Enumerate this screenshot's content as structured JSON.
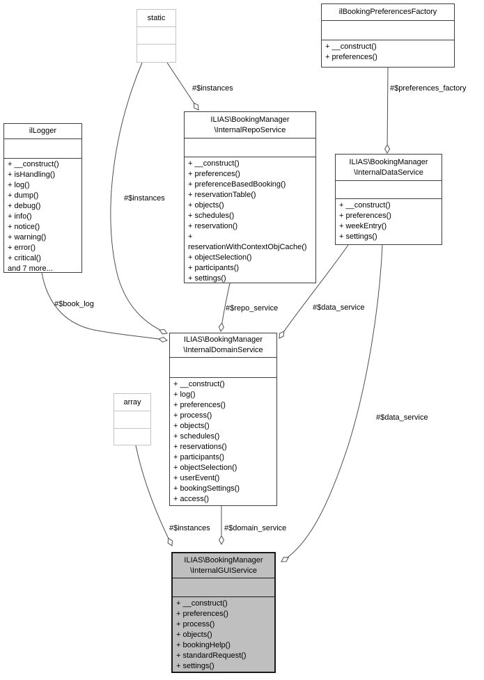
{
  "colors": {
    "edge": "#4d4d4d",
    "box_border": "#3d3d3d",
    "weak_border": "#c4c4c4",
    "gui_fill": "#bfbfbf",
    "bg": "#ffffff"
  },
  "classes": {
    "static_box": {
      "title": "static"
    },
    "array_box": {
      "title": "array"
    },
    "factory": {
      "title": "ilBookingPreferencesFactory",
      "methods": [
        "+ __construct()",
        "+ preferences()"
      ]
    },
    "logger": {
      "title": "ilLogger",
      "methods": [
        "+ __construct()",
        "+ isHandling()",
        "+ log()",
        "+ dump()",
        "+ debug()",
        "+ info()",
        "+ notice()",
        "+ warning()",
        "+ error()",
        "+ critical()",
        "and 7 more..."
      ]
    },
    "repo": {
      "title_lines": [
        "ILIAS\\BookingManager",
        "\\InternalRepoService"
      ],
      "methods": [
        "+ __construct()",
        "+ preferences()",
        "+ preferenceBasedBooking()",
        "+ reservationTable()",
        "+ objects()",
        "+ schedules()",
        "+ reservation()",
        "+ reservationWithContextObjCache()",
        "+ objectSelection()",
        "+ participants()",
        "+ settings()"
      ]
    },
    "data": {
      "title_lines": [
        "ILIAS\\BookingManager",
        "\\InternalDataService"
      ],
      "methods": [
        "+ __construct()",
        "+ preferences()",
        "+ weekEntry()",
        "+ settings()"
      ]
    },
    "domain": {
      "title_lines": [
        "ILIAS\\BookingManager",
        "\\InternalDomainService"
      ],
      "methods": [
        "+ __construct()",
        "+ log()",
        "+ preferences()",
        "+ process()",
        "+ objects()",
        "+ schedules()",
        "+ reservations()",
        "+ participants()",
        "+ objectSelection()",
        "+ userEvent()",
        "+ bookingSettings()",
        "+ access()"
      ]
    },
    "gui": {
      "title_lines": [
        "ILIAS\\BookingManager",
        "\\InternalGUIService"
      ],
      "methods": [
        "+ __construct()",
        "+ preferences()",
        "+ process()",
        "+ objects()",
        "+ bookingHelp()",
        "+ standardRequest()",
        "+ settings()"
      ]
    }
  },
  "edge_labels": {
    "static_repo_instances": "#$instances",
    "static_domain_instances": "#$instances",
    "book_log": "#$book_log",
    "preferences_factory": "#$preferences_factory",
    "repo_service": "#$repo_service",
    "data_service_domain": "#$data_service",
    "data_service_gui": "#$data_service",
    "array_gui_instances": "#$instances",
    "domain_service": "#$domain_service"
  }
}
